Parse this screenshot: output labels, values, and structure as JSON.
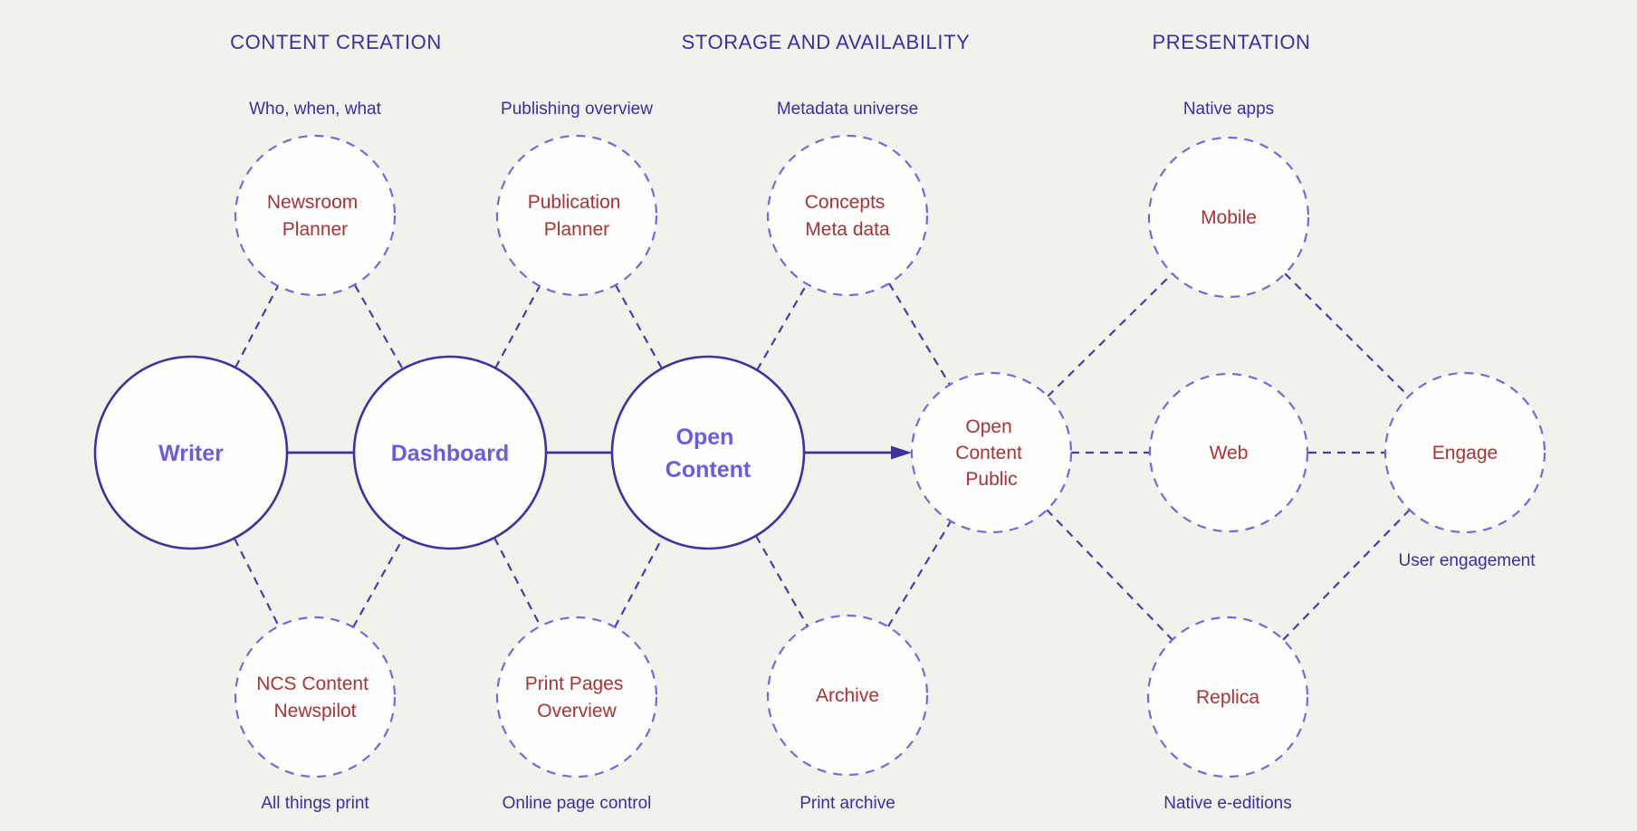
{
  "headers": {
    "content_creation": "CONTENT CREATION",
    "storage": "STORAGE AND AVAILABILITY",
    "presentation": "PRESENTATION"
  },
  "captions": {
    "newsroom": "Who, when, what",
    "publication": "Publishing overview",
    "concepts": "Metadata universe",
    "mobile": "Native apps",
    "ncs": "All things print",
    "print_pages": "Online page control",
    "archive": "Print archive",
    "replica": "Native e-editions",
    "engage": "User engagement"
  },
  "nodes": {
    "writer": {
      "label": "Writer"
    },
    "dashboard": {
      "label": "Dashboard"
    },
    "open_content": {
      "line1": "Open",
      "line2": "Content"
    },
    "open_content_public": {
      "line1": "Open",
      "line2": "Content",
      "line3": "Public"
    },
    "web": {
      "label": "Web"
    },
    "engage": {
      "label": "Engage"
    },
    "newsroom_planner": {
      "line1": "Newsroom",
      "line2": "Planner"
    },
    "publication_planner": {
      "line1": "Publication",
      "line2": "Planner"
    },
    "concepts_meta": {
      "line1": "Concepts",
      "line2": "Meta data"
    },
    "mobile": {
      "label": "Mobile"
    },
    "ncs_content": {
      "line1": "NCS Content",
      "line2": "Newspilot"
    },
    "print_pages": {
      "line1": "Print Pages",
      "line2": "Overview"
    },
    "archive": {
      "label": "Archive"
    },
    "replica": {
      "label": "Replica"
    }
  },
  "colors": {
    "background": "#F2F2ED",
    "ink": "#3B2DA3",
    "node_fill": "#FDFDFC",
    "solid_stroke": "#4031A0",
    "dashed_stroke": "#7767DF",
    "edge_stroke": "#4A3AAE",
    "main_label": "#6A5BE3",
    "satellite_label": "#A63439"
  }
}
